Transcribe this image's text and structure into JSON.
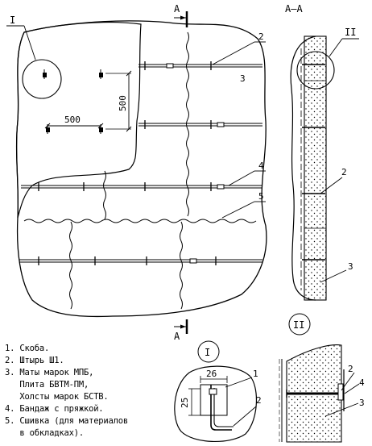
{
  "markers": {
    "detail_I": "I",
    "detail_II": "II",
    "section_top": "A",
    "section_bottom": "A",
    "section_title": "A–A"
  },
  "dimensions": {
    "horizontal_spacing": "500",
    "vertical_spacing": "500",
    "clip_width": "26",
    "clip_height": "25"
  },
  "callouts": {
    "plan": [
      "2",
      "3",
      "4",
      "5"
    ],
    "section": [
      "2",
      "3"
    ],
    "detail_I": [
      "1",
      "2"
    ],
    "detail_II": [
      "2",
      "4",
      "3"
    ]
  },
  "legend": [
    "1. Скоба.",
    "2. Штырь Ш1.",
    "3. Маты марок МПБ,",
    "   Плита БВТМ-ПМ,",
    "   Холсты марок БСТВ.",
    "4. Бандаж с пряжкой.",
    "5. Сшивка (для материалов",
    "   в обкладках)."
  ]
}
